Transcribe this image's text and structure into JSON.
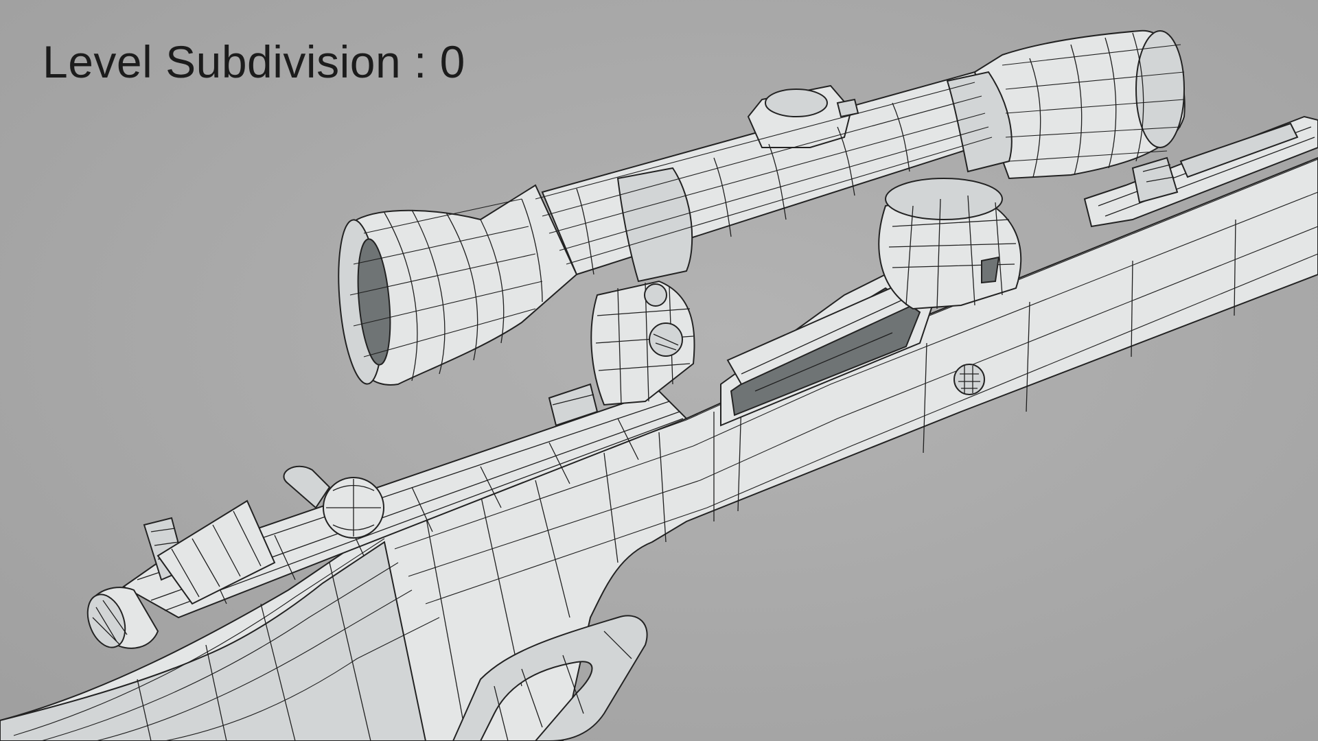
{
  "viewport": {
    "caption": "Level Subdivision : 0",
    "background_color": "#a9a9a9",
    "model_fill_color": "#e4e6e6",
    "wire_color": "#1e1e1e"
  },
  "model": {
    "subject": "rifle-with-scope",
    "display_mode": "wireframe-on-shaded"
  }
}
